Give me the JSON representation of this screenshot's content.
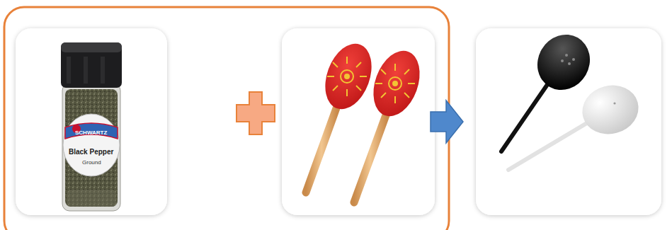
{
  "diagram": {
    "labels": [
      "SCHWARTZ",
      "Black Pepper",
      "Ground"
    ]
  }
}
